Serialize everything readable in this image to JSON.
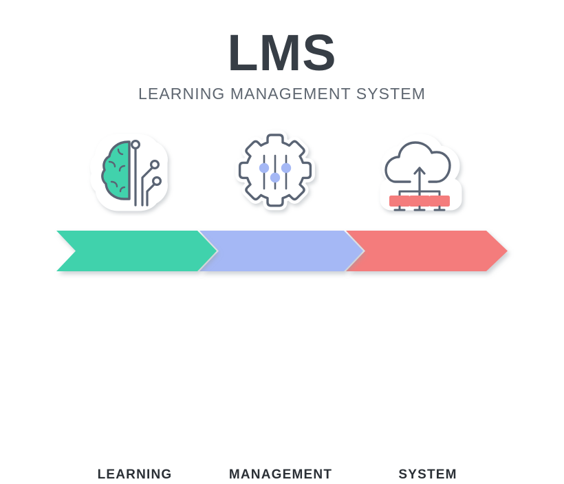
{
  "header": {
    "title": "LMS",
    "subtitle": "LEARNING MANAGEMENT SYSTEM"
  },
  "colors": {
    "title_text": "#373E46",
    "subtitle_text": "#5E6670",
    "banner_text": "#2B3036",
    "teal": "#41D2AC",
    "periwinkle": "#A5B8F5",
    "coral": "#F47C7C",
    "icon_stroke": "#5A6474",
    "background": "#FFFFFF",
    "sticker": "#FFFFFF"
  },
  "icons": [
    {
      "name": "brain-circuit-icon",
      "label": "Brain with circuit traces",
      "fill": "#41D2AC",
      "stroke": "#5A6474"
    },
    {
      "name": "gear-sliders-icon",
      "label": "Gear with three setting sliders",
      "fill": "#A5B8F5",
      "stroke": "#5A6474"
    },
    {
      "name": "cloud-servers-icon",
      "label": "Cloud connected to three servers",
      "fill": "#F47C7C",
      "stroke": "#5A6474"
    }
  ],
  "banners": [
    {
      "label": "LEARNING",
      "color": "#41D2AC"
    },
    {
      "label": "MANAGEMENT",
      "color": "#A5B8F5"
    },
    {
      "label": "SYSTEM",
      "color": "#F47C7C"
    }
  ]
}
